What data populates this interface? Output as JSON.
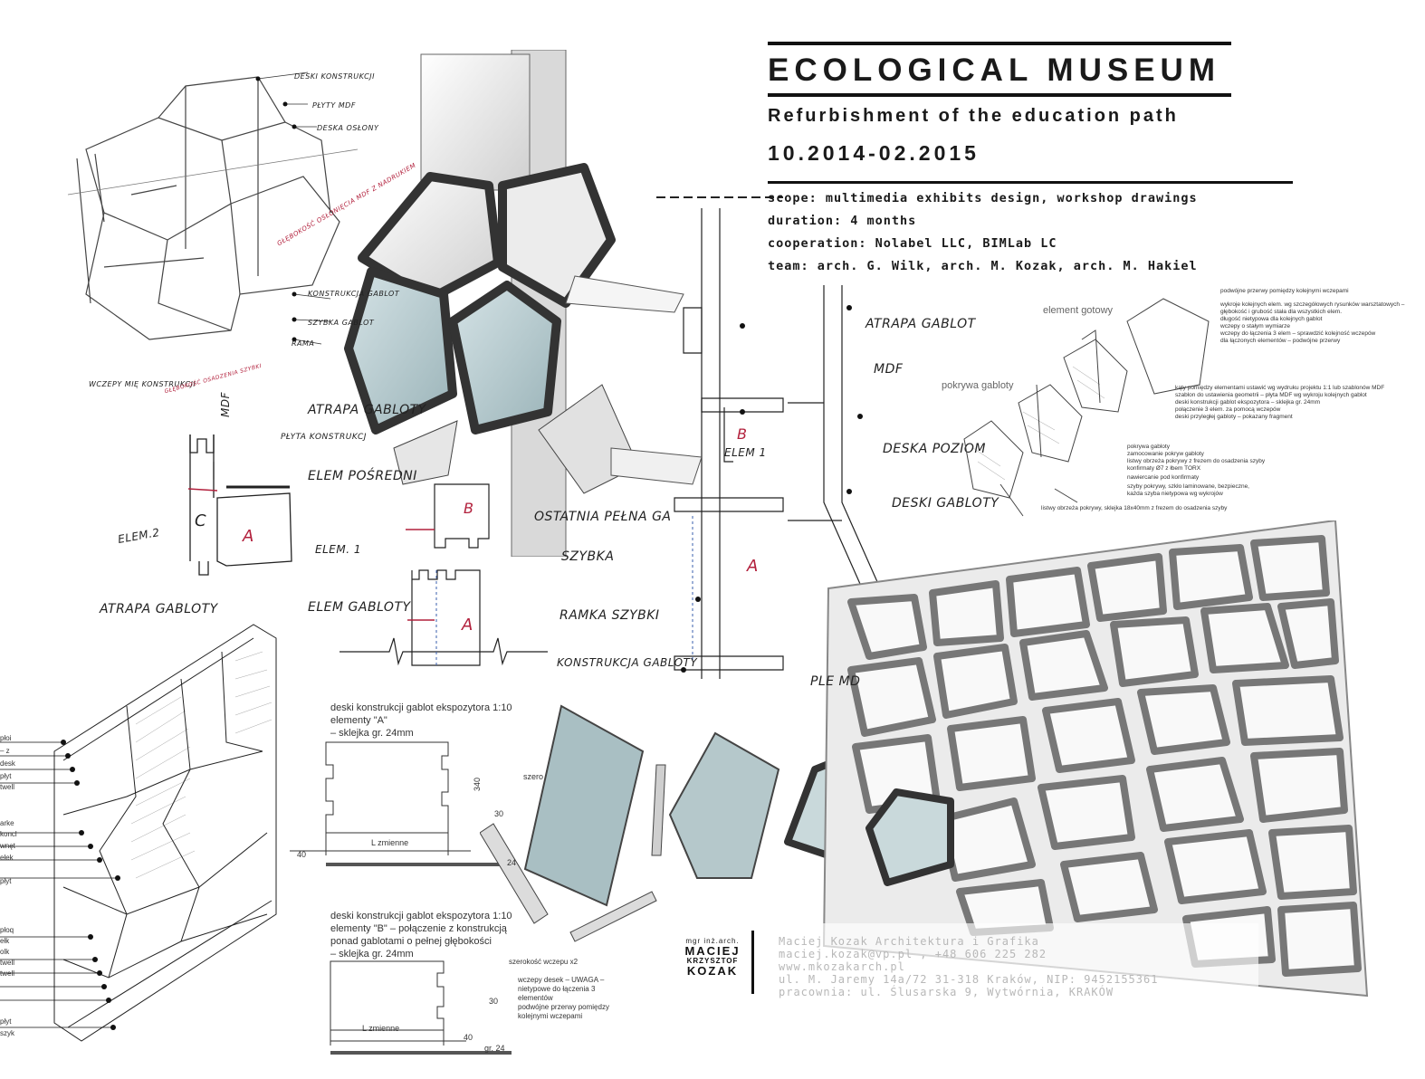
{
  "header": {
    "title": "ECOLOGICAL MUSEUM",
    "subtitle": "Refurbishment of the education path",
    "dates": "10.2014-02.2015"
  },
  "project_info": [
    "scope: multimedia exhibits design, workshop drawings",
    "duration: 4 months",
    "cooperation: Nolabel LLC, BIMLab LC",
    "team: arch. G. Wilk, arch. M. Kozak, arch. M. Hakiel"
  ],
  "sketch_labels": {
    "deski_konstrukcji": "DESKI KONSTRUKCJI",
    "plyty_mdf": "PŁYTY MDF",
    "deska_oslony": "DESKA OSŁONY",
    "glebokosc": "GŁĘBOKOŚĆ OSŁONIĘCIA MDF Z NADRUKIEM",
    "konstrukcja_gablot": "KONSTRUKCJA GABLOT",
    "szybka_gablot": "SZYBKA GABLOT",
    "rama": "RAMA",
    "wczepy": "WCZEPY MIĘ KONSTRUKCJI",
    "glebokosc_szybki": "GŁĘBOKOŚĆ OSADZENIA SZYBKI",
    "mdf": "MDF",
    "atrapa_gabloty": "ATRAPA GABLOTY",
    "plyta_konstrukcji": "PŁYTA KONSTRUKCJ",
    "elem_posredni": "ELEM POŚREDNI",
    "elem2": "ELEM.2",
    "elem1": "ELEM. 1",
    "elem_gabloty": "ELEM GABLOTY",
    "ostatnia": "OSTATNIA PEŁNA GA",
    "szybka": "SZYBKA",
    "ramka_szybki": "RAMKA SZYBKI",
    "konstrukcja_gabloty": "KONSTRUKCJA GABLOTY",
    "deska_poziom": "DESKA POZIOM",
    "deski_gabloty": "DESKI GABLOTY",
    "atrapa_gablot": "ATRAPA GABLOT",
    "ple_md": "PLE MD",
    "elem1b": "ELEM 1",
    "letter_a": "A",
    "letter_b": "B",
    "letter_c": "C"
  },
  "tech_drawing": {
    "block1_title": "deski konstrukcji gablot ekspozytora 1:10",
    "block1_line2": "elementy \"A\"",
    "block1_line3": "– sklejka gr. 24mm",
    "block1_dim": "L zmienne",
    "block2_title": "deski konstrukcji gablot ekspozytora 1:10",
    "block2_line2": "elementy \"B\" – połączenie z konstrukcją",
    "block2_line3": "ponad gablotami o pełnej głębokości",
    "block2_line4": "– sklejka gr. 24mm",
    "block2_dim": "L zmienne",
    "wczep_label": "szerokość wczepu x2",
    "note1": "wczepy desek – UWAGA –",
    "note2": "nietypowe do łączenia 3",
    "note3": "elementów",
    "note4": "podwójne przerwy pomiędzy",
    "note5": "kolejnymi wczepami",
    "dim_340": "340",
    "dim_30": "30",
    "dim_40": "40",
    "dim_24": "24",
    "dim_gr24": "gr. 24",
    "szer": "szero"
  },
  "exploded_labels": {
    "element_gotowy": "element gotowy",
    "pokrywa_gabloty": "pokrywa gabloty",
    "r1": "podwójne przerwy pomiędzy kolejnymi wczepami",
    "r2": "wykroje kolejnych elem. wg szczegółowych rysunków warsztatowych –",
    "r3": "głębokość i grubość stała dla wszystkich elem.",
    "r4": "długość nietypowa dla kolejnych gablot",
    "r5": "wczepy o stałym wymiarze",
    "r6": "wczepy do łączenia 3 elem – sprawdzić kolejność wczepów",
    "r7": "dla łączonych elementów – podwójne przerwy",
    "r8": "kąty pomiędzy elementami ustawić wg wydruku projektu 1:1 lub szablonów MDF",
    "r9": "szablon do ustawienia geometrii – płyta MDF wg wykroju kolejnych gablot",
    "r10": "deski konstrukcji gablot ekspozytora – sklejka gr. 24mm",
    "r11": "połączenie 3 elem. za pomocą wczepów",
    "r12": "deski przyległej gabloty – pokazany fragment",
    "b1": "pokrywa gabloty",
    "b2": "zamocowanie pokryw gabloty",
    "b3": "listwy obrzeża pokrywy z frezem do osadzenia szyby",
    "b4": "konfirmaty Ø7 z łbem TORX",
    "b5": "nawiercanie pod konfirmaty",
    "b6": "szyby pokrywy, szkło laminowane, bezpieczne,",
    "b7": "każda szyba nietypowa wg wykrojów",
    "b8": "listwy obrzeża pokrywy, sklejka 18x40mm z frezem do osadzenia szyby"
  },
  "left_callouts": [
    "płoi",
    "– z",
    "desk",
    "płyt",
    "twell",
    "arke",
    "koncl",
    "wnęt",
    "ełek",
    "płyt",
    "płoq",
    "ełk",
    "olk",
    "twell",
    "twell",
    "płyt",
    "szyk"
  ],
  "author": {
    "logo_small": "mgr inż.arch.",
    "logo_name1": "MACIEJ",
    "logo_name2": "KRZYSZTOF",
    "logo_name3": "KOZAK",
    "line1": "Maciej Kozak Architektura i Grafika",
    "line2": "maciej.kozak@vp.pl , +48 606 225 282",
    "line3": "www.mkozakarch.pl",
    "line4": "ul. M. Jaremy 14a/72 31-318 Kraków, NIP: 9452155361",
    "line5": "pracownia: ul. Ślusarska 9, Wytwórnia, KRAKÓW"
  },
  "colors": {
    "ink": "#111111",
    "accent_red": "#b2203c",
    "glass": "#b9cfd3",
    "panel": "#f2f2f2"
  }
}
